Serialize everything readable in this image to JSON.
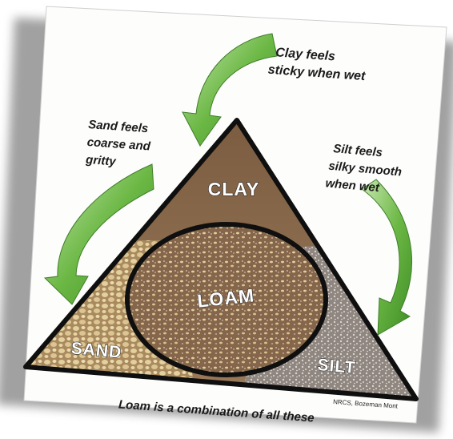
{
  "diagram": {
    "regions": {
      "clay": "CLAY",
      "loam": "LOAM",
      "sand": "SAND",
      "silt": "SILT"
    },
    "callouts": {
      "clay": [
        "Clay feels",
        "sticky when wet"
      ],
      "sand": [
        "Sand feels",
        "coarse and",
        "gritty"
      ],
      "silt": [
        "Silt feels",
        "silky smooth",
        "when wet"
      ]
    },
    "caption": "Loam is a combination of all these",
    "credit": "NRCS, Bozeman Mont",
    "colors": {
      "clay": "#8b6a4c",
      "sand": "#b99b6d",
      "silt": "#9a918b",
      "loam": "#8c6d4e",
      "arrow": "#5fae3c",
      "outline": "#111111"
    }
  }
}
